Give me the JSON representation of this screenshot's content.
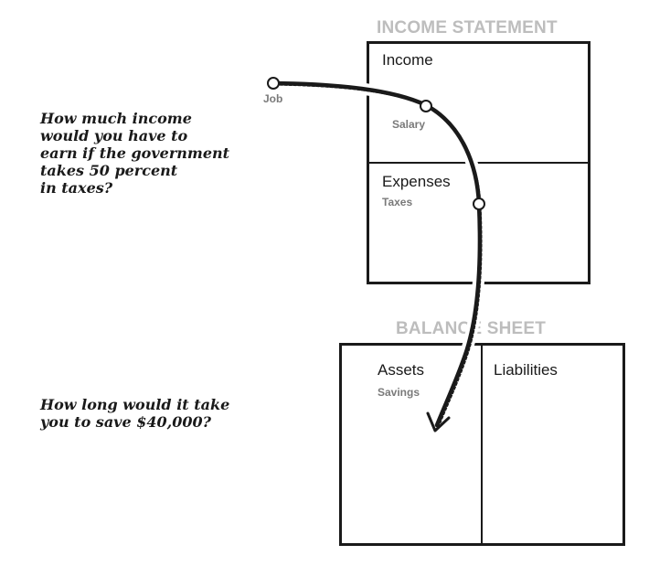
{
  "questions": {
    "q1": "How much income\nwould you have to\nearn if the government\ntakes 50 percent\nin taxes?",
    "q2": "How long would it take\nyou to save $40,000?"
  },
  "income_statement": {
    "heading": "INCOME STATEMENT",
    "income_label": "Income",
    "expenses_label": "Expenses"
  },
  "balance_sheet": {
    "heading": "BALANCE SHEET",
    "assets_label": "Assets",
    "liabilities_label": "Liabilities"
  },
  "flow": {
    "job_label": "Job",
    "salary_label": "Salary",
    "taxes_label": "Taxes",
    "savings_label": "Savings"
  },
  "colors": {
    "heading": "#bdbdbd",
    "line": "#1a1a1a",
    "sublabel": "#7a7a7a"
  }
}
